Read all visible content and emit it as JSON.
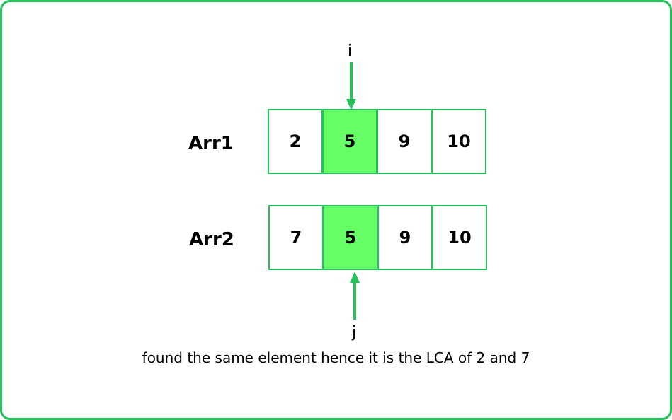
{
  "arrays": [
    {
      "label": "Arr1",
      "values": [
        "2",
        "5",
        "9",
        "10"
      ],
      "highlight_index": 1
    },
    {
      "label": "Arr2",
      "values": [
        "7",
        "5",
        "9",
        "10"
      ],
      "highlight_index": 1
    }
  ],
  "pointers": {
    "top": "i",
    "bottom": "j"
  },
  "caption": "found the same element hence it is the LCA of 2 and 7",
  "colors": {
    "border": "#27c15c",
    "highlight": "#66ff66"
  }
}
